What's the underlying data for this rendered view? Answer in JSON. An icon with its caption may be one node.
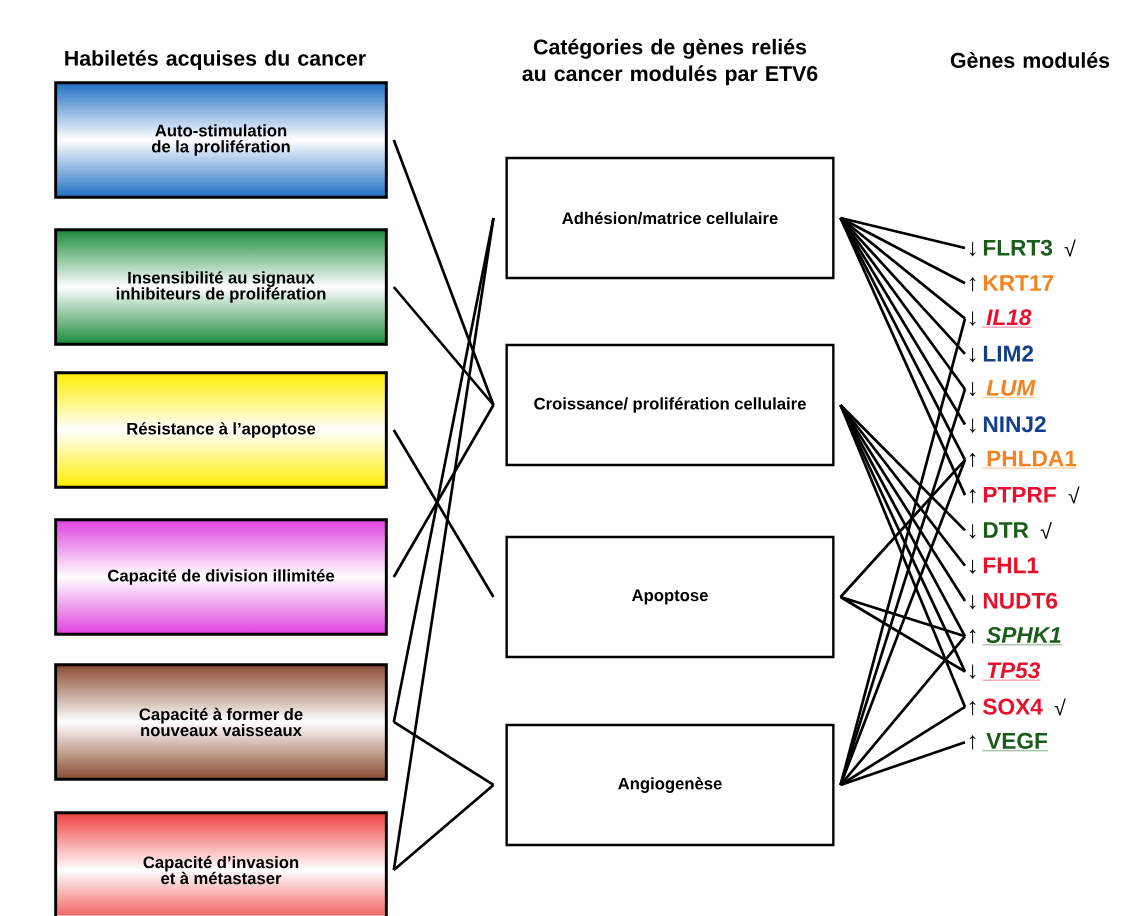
{
  "diagram": {
    "nodes": [
      {
        "text": [
          "Auto-stimulation de la prolifération"
        ]
      },
      {
        "text": [
          "Insensibilité au signaux inhibiteurs de prolifération"
        ]
      },
      {
        "text": [
          "Résistance à l’apoptose"
        ]
      },
      {
        "text": [
          "Capacité de division illimitée"
        ]
      },
      {
        "text": [
          "Capacité à former de nouveaux vaisseaux"
        ]
      },
      {
        "text": [
          "Capacité d’invasion et à métastaser"
        ]
      },
      {
        "text": [
          "Adhésion/matrice cellulaire"
        ]
      },
      {
        "text": [
          "Croissance/ prolifération cellulaire"
        ]
      },
      {
        "text": [
          "Apoptose"
        ]
      },
      {
        "text": [
          "Angiogenèse"
        ]
      },
      {
        "text": [
          "↓",
          "FLRT3"
        ],
        "beside": [
          "√"
        ]
      },
      {
        "text": [
          "↑",
          "KRT17"
        ]
      },
      {
        "text": [
          "↓",
          "IL18"
        ]
      },
      {
        "text": [
          "↓",
          "LIM2"
        ]
      },
      {
        "text": [
          "↓",
          "LUM"
        ]
      },
      {
        "text": [
          "↓",
          "NINJ2"
        ]
      },
      {
        "text": [
          "↑",
          "PHLDA1"
        ]
      },
      {
        "text": [
          "↑",
          "PTPRF"
        ],
        "beside": [
          "√"
        ]
      },
      {
        "text": [
          "↓",
          "DTR"
        ],
        "beside": [
          "√"
        ]
      },
      {
        "text": [
          "↓",
          "FHL1"
        ]
      },
      {
        "text": [
          "↓",
          "NUDT6"
        ]
      },
      {
        "text": [
          "↑",
          "SPHK1"
        ]
      },
      {
        "text": [
          "↓",
          "TP53"
        ]
      },
      {
        "text": [
          "↑",
          "SOX4"
        ],
        "beside": [
          "√"
        ]
      },
      {
        "text": [
          "↑",
          "VEGF"
        ]
      }
    ],
    "edges": [
      {
        "from": 0,
        "to": 7,
        "arrow": "none"
      },
      {
        "from": 1,
        "to": 7,
        "arrow": "none"
      },
      {
        "from": 2,
        "to": 8,
        "arrow": "none"
      },
      {
        "from": 3,
        "to": 7,
        "arrow": "none"
      },
      {
        "from": 4,
        "to": 6,
        "arrow": "none"
      },
      {
        "from": 4,
        "to": 9,
        "arrow": "none"
      },
      {
        "from": 5,
        "to": 6,
        "arrow": "none"
      },
      {
        "from": 5,
        "to": 9,
        "arrow": "none"
      },
      {
        "from": 6,
        "to": 10,
        "arrow": "none"
      },
      {
        "from": 6,
        "to": 11,
        "arrow": "none"
      },
      {
        "from": 6,
        "to": 12,
        "arrow": "none"
      },
      {
        "from": 6,
        "to": 13,
        "arrow": "none"
      },
      {
        "from": 6,
        "to": 14,
        "arrow": "none"
      },
      {
        "from": 6,
        "to": 15,
        "arrow": "none"
      },
      {
        "from": 6,
        "to": 16,
        "arrow": "none"
      },
      {
        "from": 6,
        "to": 17,
        "arrow": "none"
      },
      {
        "from": 7,
        "to": 18,
        "arrow": "none"
      },
      {
        "from": 7,
        "to": 19,
        "arrow": "none"
      },
      {
        "from": 7,
        "to": 20,
        "arrow": "none"
      },
      {
        "from": 7,
        "to": 21,
        "arrow": "none"
      },
      {
        "from": 7,
        "to": 22,
        "arrow": "none"
      },
      {
        "from": 7,
        "to": 23,
        "arrow": "none"
      },
      {
        "from": 8,
        "to": 16,
        "arrow": "none"
      },
      {
        "from": 8,
        "to": 21,
        "arrow": "none"
      },
      {
        "from": 8,
        "to": 22,
        "arrow": "none"
      },
      {
        "from": 9,
        "to": 12,
        "arrow": "none"
      },
      {
        "from": 9,
        "to": 14,
        "arrow": "none"
      },
      {
        "from": 9,
        "to": 16,
        "arrow": "none"
      },
      {
        "from": 9,
        "to": 21,
        "arrow": "none"
      },
      {
        "from": 9,
        "to": 23,
        "arrow": "none"
      },
      {
        "from": 9,
        "to": 24,
        "arrow": "none"
      }
    ],
    "labels": [
      "Habiletés acquises du cancer",
      "Catégories de gènes reliés au cancer modulés par ETV6",
      "Gènes modulés"
    ]
  }
}
